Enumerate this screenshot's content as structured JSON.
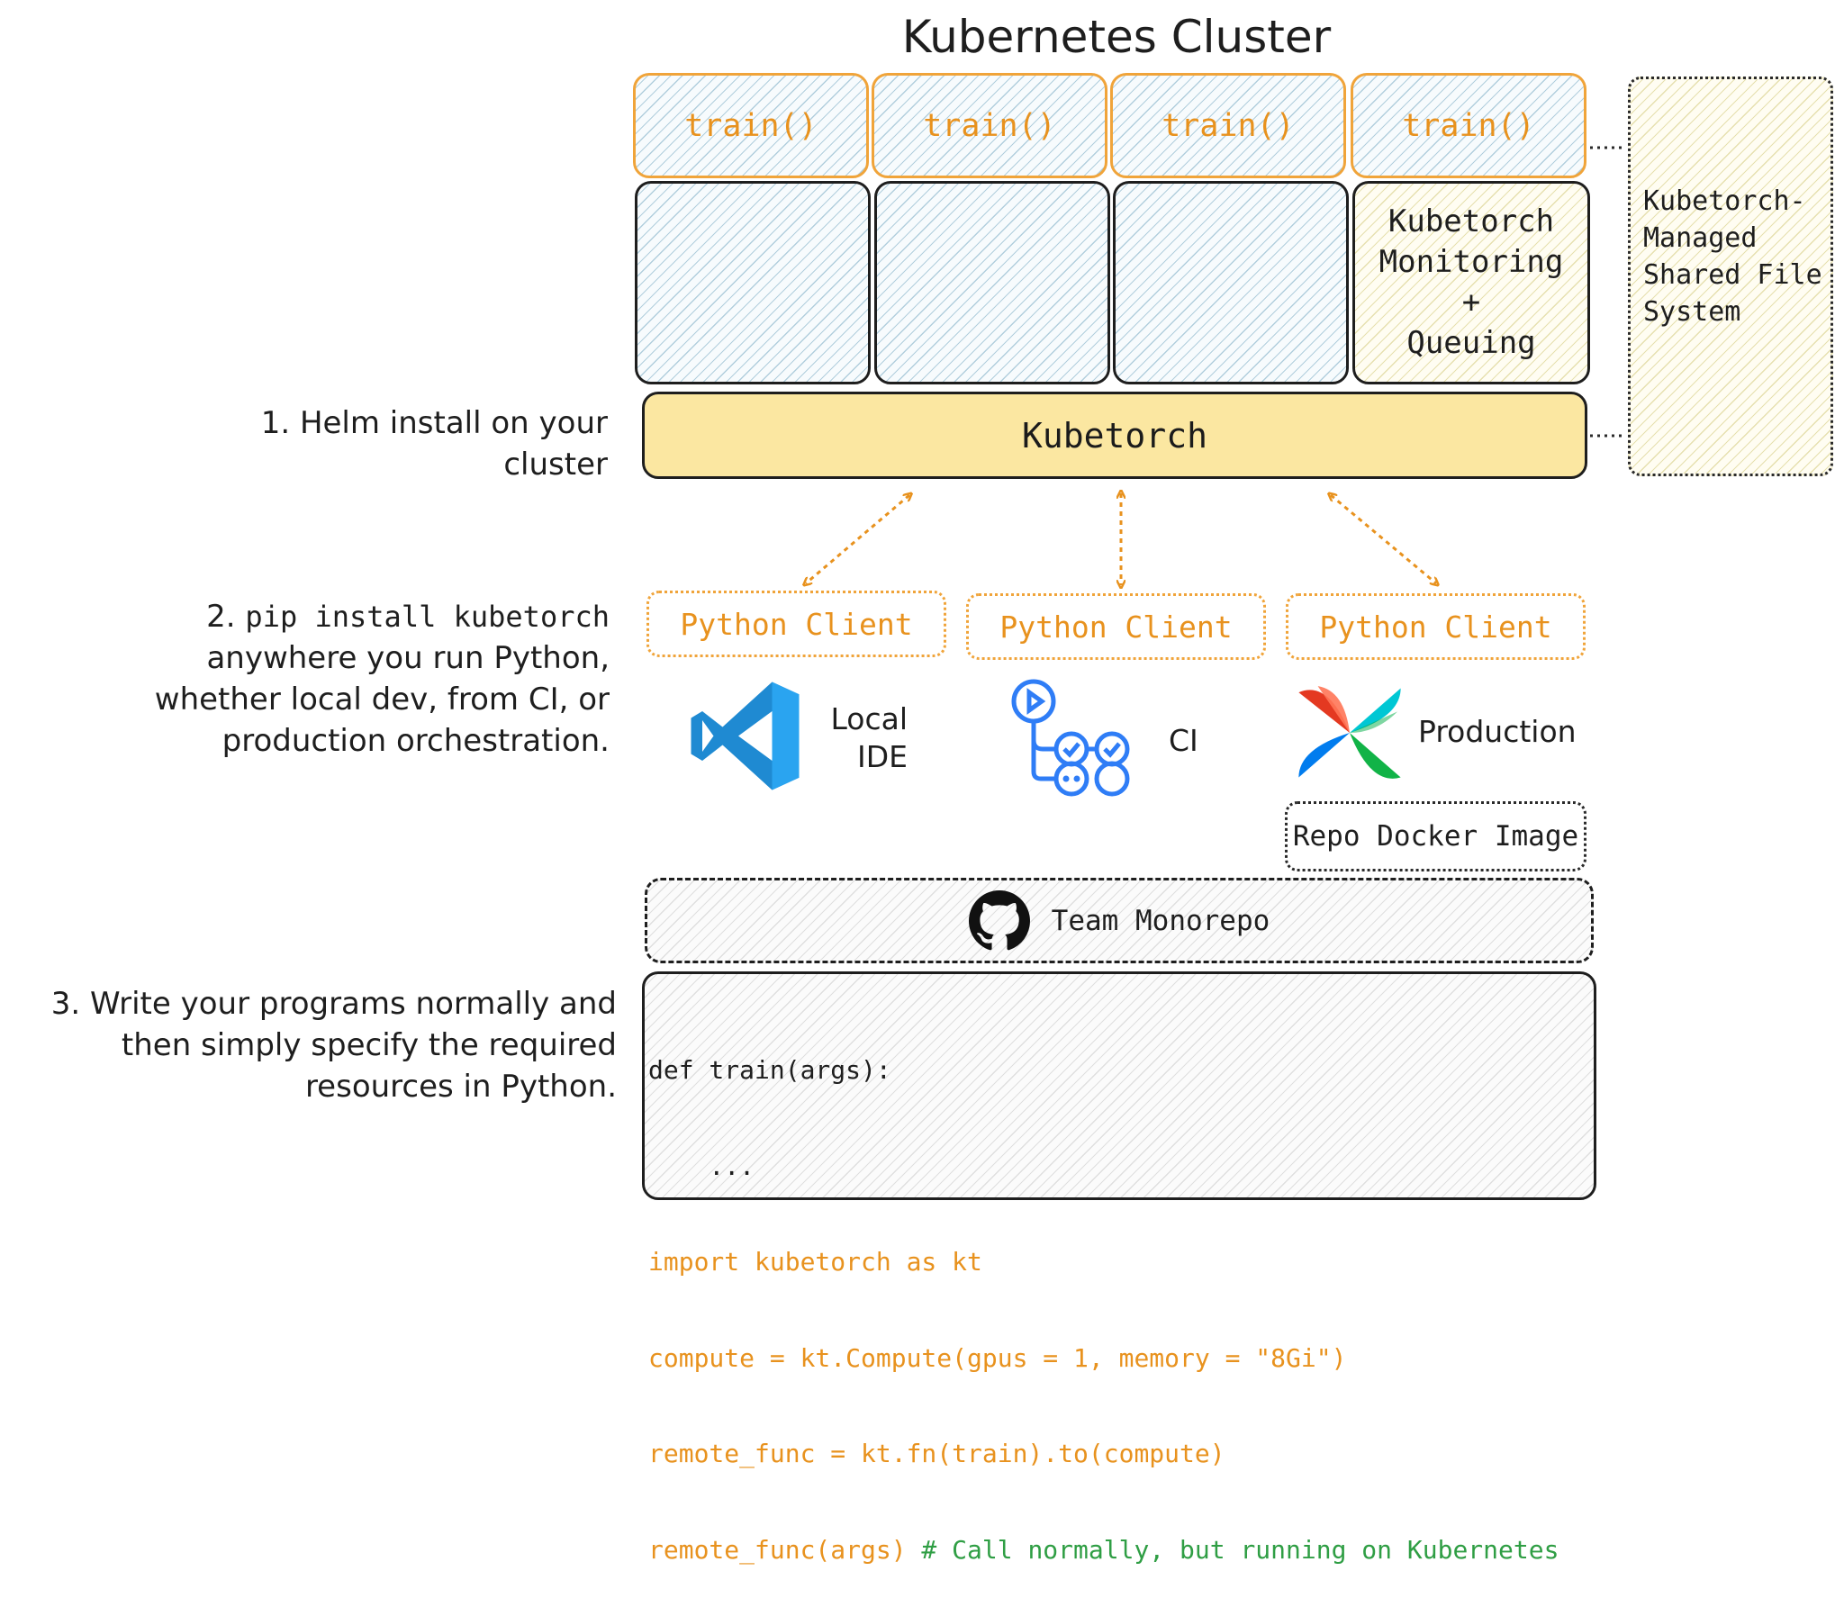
{
  "diagram": {
    "title": "Kubernetes Cluster",
    "train_boxes": [
      "train()",
      "train()",
      "train()",
      "train()"
    ],
    "monitoring": {
      "lines": [
        "Kubetorch",
        "Monitoring",
        "+",
        "Queuing"
      ]
    },
    "kubetorch_label": "Kubetorch",
    "shared_fs": {
      "lines": [
        "Kubetorch-",
        "Managed",
        "Shared File",
        "System"
      ]
    },
    "steps": {
      "step1": [
        "1. Helm install on your",
        "cluster"
      ],
      "step2": {
        "prefix": "2. ",
        "command": "pip install kubetorch",
        "lines": [
          "anywhere you run Python,",
          "whether local dev, from CI, or",
          "production orchestration."
        ]
      },
      "step3": [
        "3. Write your programs normally and",
        "then simply specify the required",
        "resources in Python."
      ]
    },
    "clients": [
      "Python Client",
      "Python Client",
      "Python Client"
    ],
    "environments": {
      "local": [
        "Local",
        "IDE"
      ],
      "ci": "CI",
      "production": "Production"
    },
    "docker_label": "Repo Docker Image",
    "monorepo_label": "Team Monorepo",
    "code": {
      "lines": [
        {
          "text": "def train(args):",
          "color": "dark"
        },
        {
          "text": "    ...",
          "color": "dark"
        },
        {
          "text": "import kubetorch as kt",
          "color": "orange"
        },
        {
          "text": "compute = kt.Compute(gpus = 1, memory = \"8Gi\")",
          "color": "orange"
        },
        {
          "text": "remote_func = kt.fn(train).to(compute)",
          "color": "orange"
        }
      ],
      "last_line": {
        "code": "remote_func(args)",
        "comment": " # Call normally, but running on Kubernetes"
      }
    },
    "colors": {
      "orange": "#e8921e",
      "kubetorch_fill": "#fbe7a1",
      "comment_green": "#2f9e44",
      "vscode_blue": "#1f8ad2",
      "ci_blue": "#2f7df6"
    }
  }
}
